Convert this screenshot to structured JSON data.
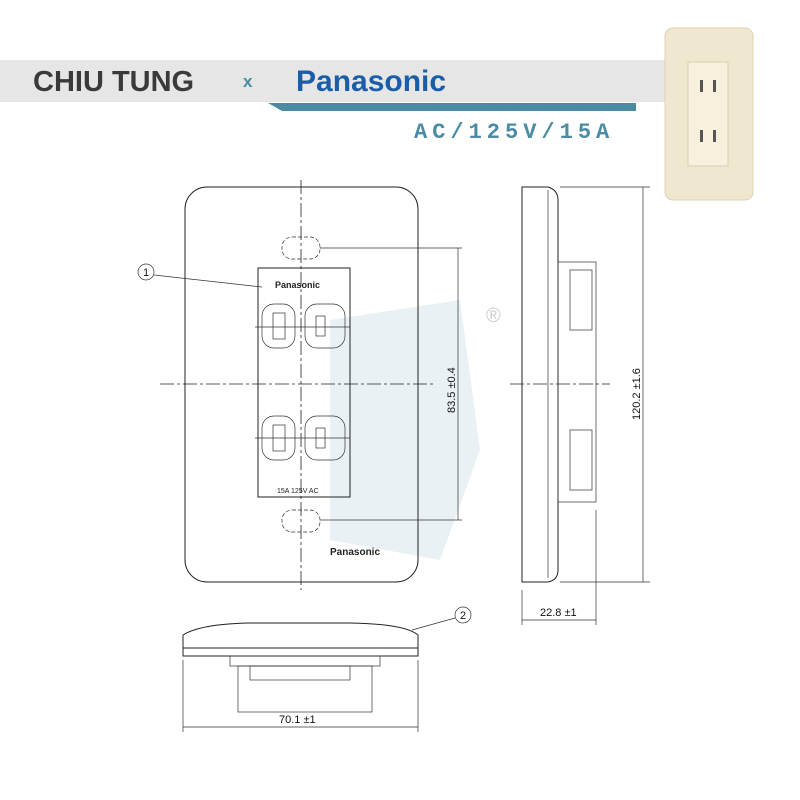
{
  "header": {
    "brand_left": "CHIU TUNG",
    "separator": "x",
    "brand_right": "Panasonic",
    "spec": "AC/125V/15A"
  },
  "drawing": {
    "front_logo_top": "Panasonic",
    "front_logo_bottom": "Panasonic",
    "rating_label": "15A 125V AC",
    "callout_1": "1",
    "callout_2": "2",
    "dim_hole_spacing": "83.5 ±0.4",
    "dim_height": "120.2 ±1.6",
    "dim_depth": "22.8 ±1",
    "dim_width": "70.1 ±1",
    "registered_mark": "®"
  },
  "colors": {
    "brand_blue": "#1b5ea8",
    "teal": "#4b8ba3",
    "band_gray": "#e6e6e6",
    "plate_cream": "#efe7cf"
  }
}
